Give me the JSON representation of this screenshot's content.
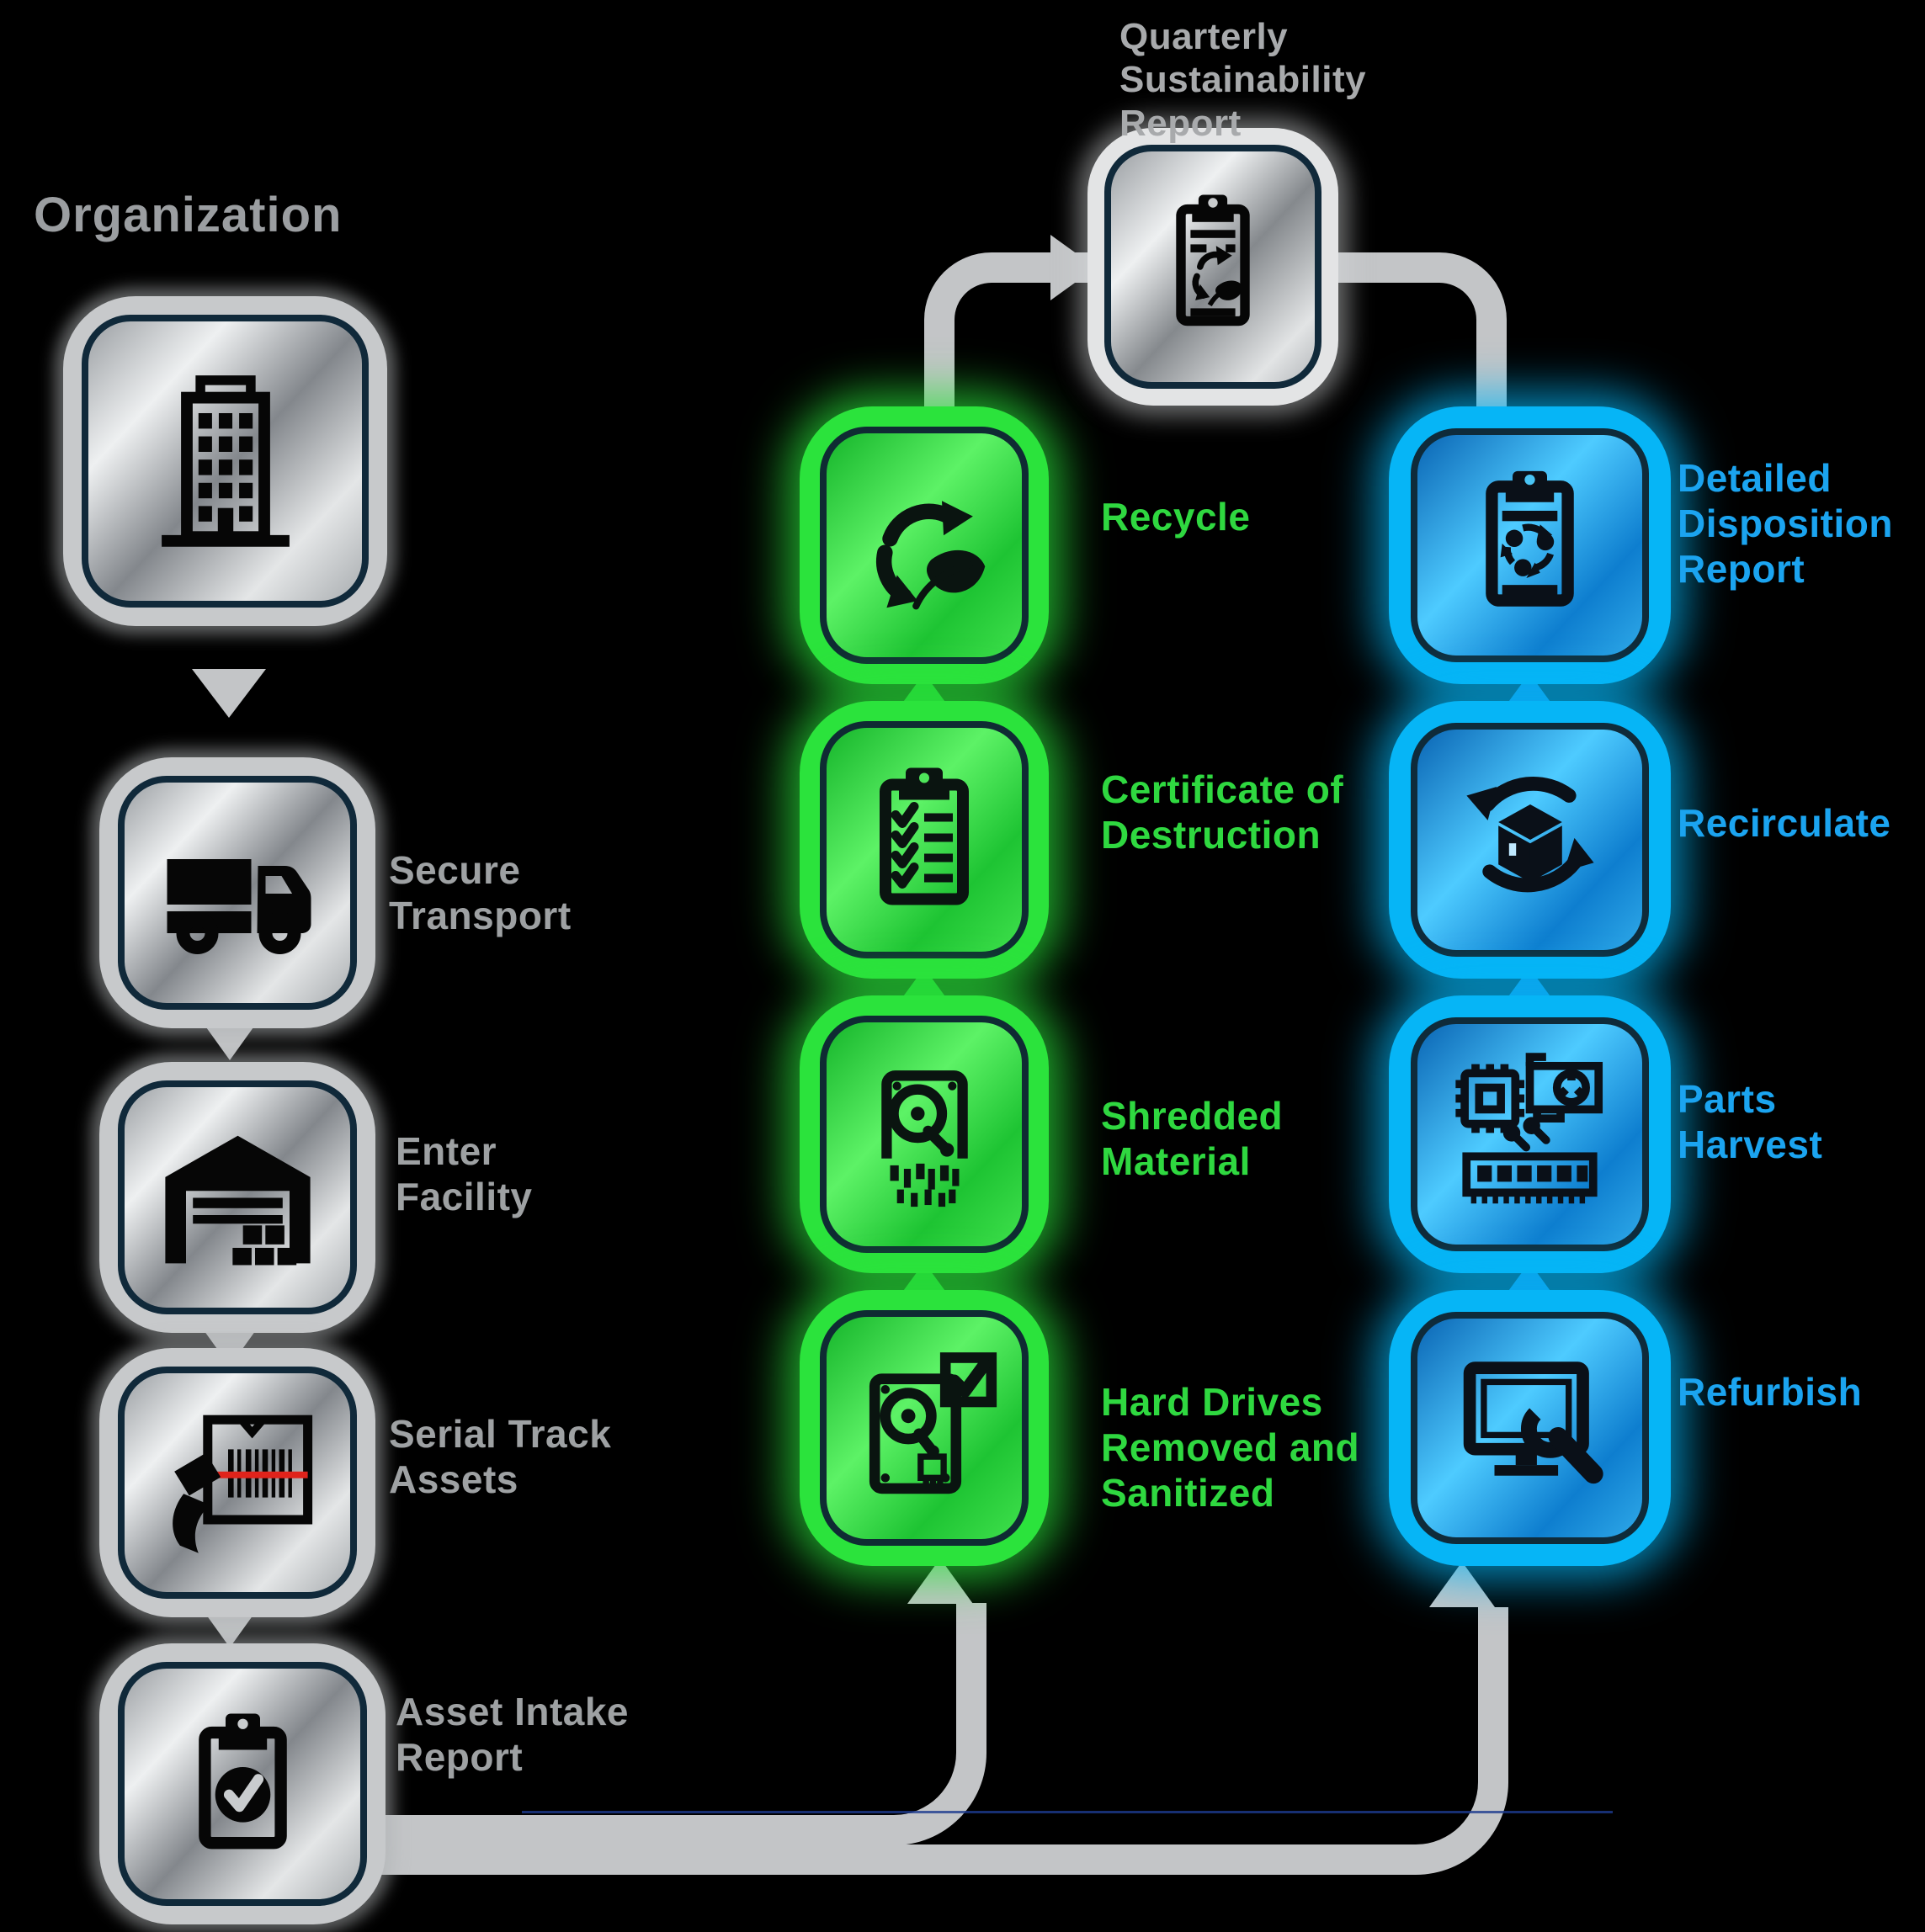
{
  "diagram": {
    "background": "#000000",
    "colors": {
      "gray_label": "#9EA1A3",
      "green_label": "#2FD840",
      "blue_label": "#1BA4F0",
      "report_label": "#A8AAAC",
      "connector": "#C3C5C7",
      "node_border": "#10293A",
      "green_glow": "#2BE33C",
      "blue_glow": "#06B5F6",
      "laser_red": "#E0231B"
    },
    "org_column": {
      "title": "Organization",
      "nodes": [
        {
          "id": "organization",
          "label": "",
          "icon": "building-icon"
        },
        {
          "id": "secure-transport",
          "label": "Secure Transport",
          "icon": "truck-icon"
        },
        {
          "id": "enter-facility",
          "label": "Enter Facility",
          "icon": "warehouse-icon"
        },
        {
          "id": "serial-track-assets",
          "label": "Serial Track Assets",
          "icon": "barcode-scanner-icon"
        },
        {
          "id": "asset-intake-report",
          "label": "Asset Intake Report",
          "icon": "clipboard-check-icon"
        }
      ]
    },
    "recycle_column": {
      "nodes": [
        {
          "id": "recycle",
          "label": "Recycle",
          "icon": "recycle-leaf-icon"
        },
        {
          "id": "certificate-of-destruction",
          "label": "Certificate of Destruction",
          "icon": "clipboard-checklist-icon"
        },
        {
          "id": "shredded-material",
          "label": "Shredded Material",
          "icon": "shredded-drive-icon"
        },
        {
          "id": "hard-drives-sanitized",
          "label": "Hard Drives Removed and Sanitized",
          "icon": "harddrive-check-icon"
        }
      ]
    },
    "recovery_column": {
      "nodes": [
        {
          "id": "detailed-disposition-report",
          "label": "Detailed Disposition Report",
          "icon": "clipboard-cycle-icon"
        },
        {
          "id": "recirculate",
          "label": "Recirculate",
          "icon": "box-cycle-icon"
        },
        {
          "id": "parts-harvest",
          "label": "Parts Harvest",
          "icon": "computer-parts-icon"
        },
        {
          "id": "refurbish",
          "label": "Refurbish",
          "icon": "monitor-wrench-icon"
        }
      ]
    },
    "report_node": {
      "id": "quarterly-sustainability-report",
      "label": "Quarterly Sustainability Report",
      "icon": "clipboard-recycle-icon"
    }
  }
}
